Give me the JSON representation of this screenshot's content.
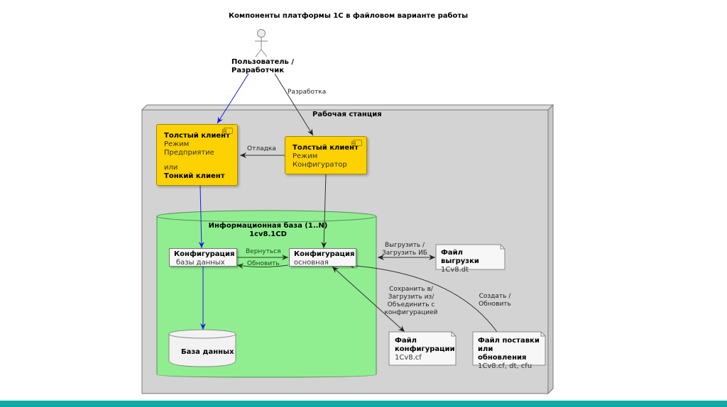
{
  "diagram": {
    "title": "Компоненты платформы 1С в файловом варианте работы",
    "actor": {
      "icon": "stick-figure-icon",
      "label_line1": "Пользователь /",
      "label_line2": "Разработчик"
    },
    "workstation": {
      "title": "Рабочая станция"
    },
    "thick_client_enterprise": {
      "line1": "Толстый клиент",
      "line2": "Режим",
      "line3": "Предприятие",
      "line4": "или",
      "line5": "Тонкий клиент"
    },
    "thick_client_configurator": {
      "line1": "Толстый клиент",
      "line2": "Режим",
      "line3": "Конфигуратор"
    },
    "infobase": {
      "title_line1": "Информационная база (1..N)",
      "title_line2": "1cv8.1CD"
    },
    "config_db": {
      "line1": "Конфигурация",
      "line2": "базы данных"
    },
    "config_main": {
      "line1": "Конфигурация",
      "line2": "основная"
    },
    "database": {
      "label": "База данных"
    },
    "file_dump": {
      "line1": "Файл выгрузки",
      "line2": "1Cv8.dt"
    },
    "file_config": {
      "line1": "Файл",
      "line2": "конфигурации",
      "line3": "1Cv8.cf"
    },
    "file_delivery": {
      "line1": "Файл поставки",
      "line2": "или обновления",
      "line3": "1Cv8.cf, dt, cfu"
    },
    "edges": {
      "development": "Разработка",
      "debug": "Отладка",
      "return": "Вернуться",
      "update": "Обновить",
      "dump_line1": "Выгрузить /",
      "dump_line2": "Загрузить ИБ",
      "save_line1": "Сохранить в/",
      "save_line2": "Загрузить из/",
      "save_line3": "Объединить с",
      "save_line4": "конфигурацией",
      "create_line1": "Создать /",
      "create_line2": "Обновить"
    },
    "colors": {
      "component_fill": "#fed100",
      "infobase_fill": "#90ee90",
      "node_fill": "#d3d3d3",
      "blue_arrow": "#1a1adb",
      "footer_bar": "#10aaa6"
    }
  }
}
